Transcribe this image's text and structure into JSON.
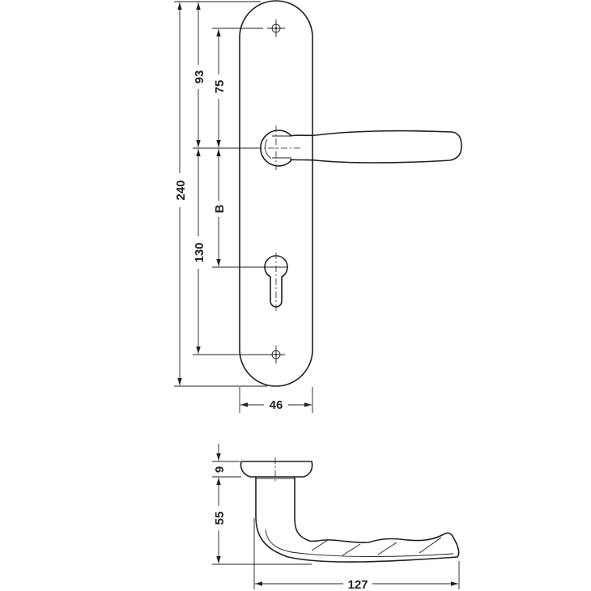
{
  "drawing": {
    "front_view": {
      "dimensions": {
        "overall_height": "240",
        "top_to_spindle": "93",
        "screw_to_spindle": "75",
        "backset_B": "B",
        "spindle_to_bottom_screw": "130",
        "plate_width": "46"
      }
    },
    "side_view": {
      "dimensions": {
        "rose_thickness": "9",
        "lever_projection": "55",
        "lever_length": "127"
      }
    },
    "line_color": "#231f20"
  }
}
